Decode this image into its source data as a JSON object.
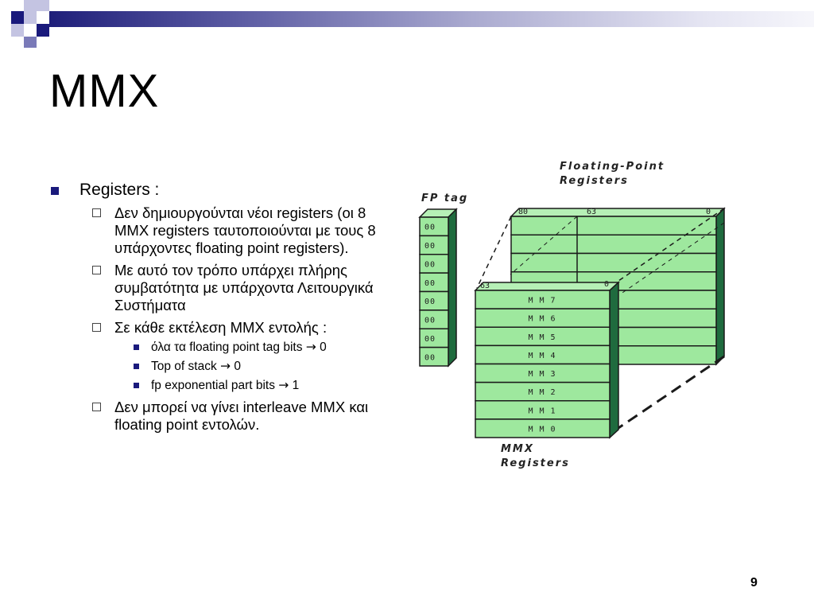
{
  "slide": {
    "title": "MMX",
    "page_number": "9"
  },
  "content": {
    "bullet1": "Registers :",
    "sub1": "Δεν δημιουργούνται νέοι registers (οι 8 MMX registers ταυτοποιούνται με τους 8 υπάρχοντες floating point registers).",
    "sub2": "Με αυτό τον τρόπο υπάρχει πλήρης συμβατότητα με υπάρχοντα Λειτουργικά Συστήματα",
    "sub3": "Σε κάθε εκτέλεση MMX εντολής :",
    "subsub1": "όλα τα floating point tag bits",
    "subsub1_val": "0",
    "subsub2": "Top of stack",
    "subsub2_val": "0",
    "subsub3": "fp exponential part bits",
    "subsub3_val": "1",
    "sub4": "Δεν μπορεί να γίνει interleave MMX και  floating point εντολών."
  },
  "diagram": {
    "fp_registers_label_line1": "Floating-Point",
    "fp_registers_label_line2": "Registers",
    "fp_tag_label": "FP tag",
    "mmx_label_line1": "MMX",
    "mmx_label_line2": "Registers",
    "fp_tags": [
      "00",
      "00",
      "00",
      "00",
      "00",
      "00",
      "00",
      "00"
    ],
    "fp_bits": [
      "80",
      "63",
      "0"
    ],
    "mmx_bits": [
      "63",
      "0"
    ],
    "mmx_registers": [
      "MM7",
      "MM6",
      "MM5",
      "MM4",
      "MM3",
      "MM2",
      "MM1",
      "MM0"
    ],
    "colors": {
      "cell_fill": "#9ee89e",
      "side_fill": "#1f6b3e",
      "accent": "#1a1a7c"
    }
  }
}
